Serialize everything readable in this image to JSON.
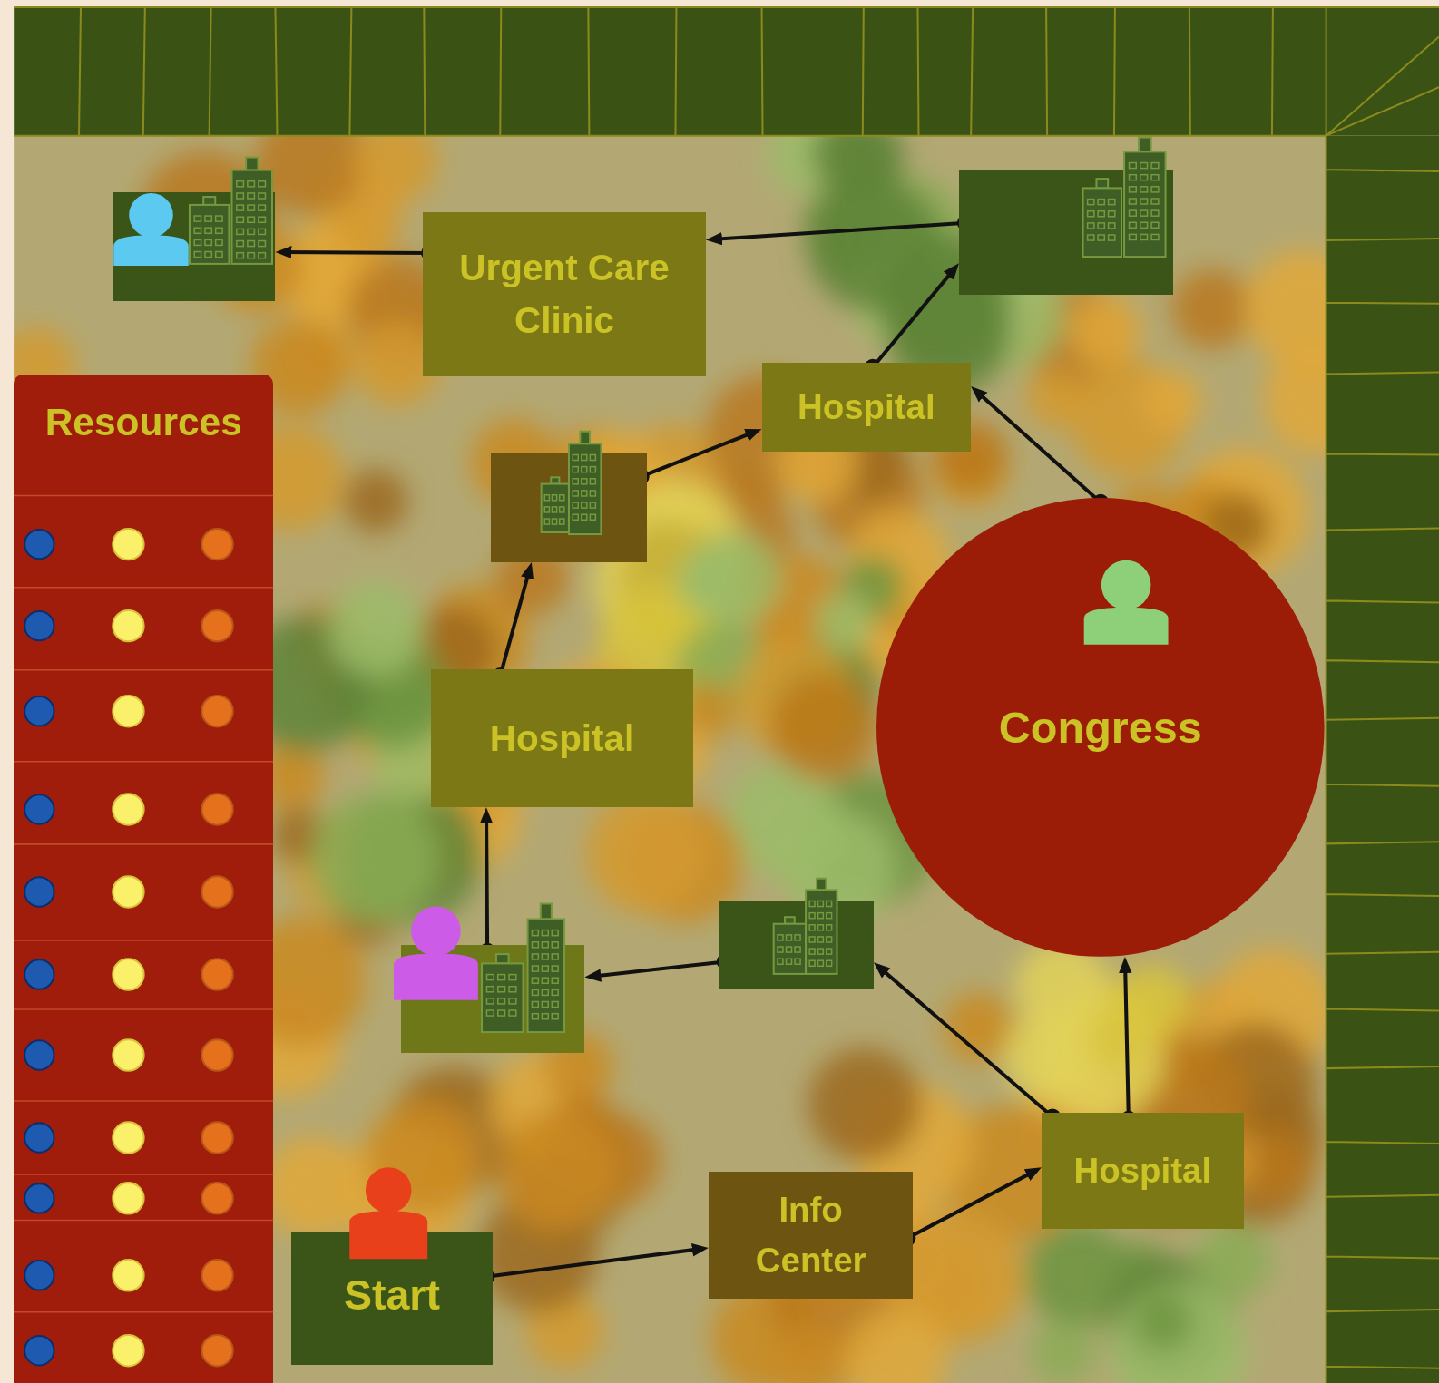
{
  "diagram": {
    "nodes": [
      {
        "text": []
      },
      {
        "text": [
          "Urgent Care Clinic"
        ]
      },
      {
        "text": []
      },
      {
        "text": [
          "Resources"
        ]
      },
      {
        "text": [
          "Hospital"
        ]
      },
      {
        "text": []
      },
      {
        "text": [
          "Congress"
        ]
      },
      {
        "text": [
          "Hospital"
        ]
      },
      {
        "text": []
      },
      {
        "text": []
      },
      {
        "text": [
          "Hospital"
        ]
      },
      {
        "text": [
          "Info Center"
        ]
      },
      {
        "text": [
          "Start"
        ]
      }
    ],
    "edges": [
      {
        "from": 12,
        "to": 11,
        "arrow": "to"
      },
      {
        "from": 11,
        "to": 10,
        "arrow": "to"
      },
      {
        "from": 10,
        "to": 8,
        "arrow": "to"
      },
      {
        "from": 10,
        "to": 6,
        "arrow": "to"
      },
      {
        "from": 8,
        "to": 9,
        "arrow": "to"
      },
      {
        "from": 9,
        "to": 7,
        "arrow": "to"
      },
      {
        "from": 7,
        "to": 5,
        "arrow": "to"
      },
      {
        "from": 5,
        "to": 4,
        "arrow": "to"
      },
      {
        "from": 6,
        "to": 4,
        "arrow": "to"
      },
      {
        "from": 4,
        "to": 2,
        "arrow": "to"
      },
      {
        "from": 2,
        "to": 1,
        "arrow": "to"
      },
      {
        "from": 1,
        "to": 0,
        "arrow": "to"
      }
    ]
  }
}
